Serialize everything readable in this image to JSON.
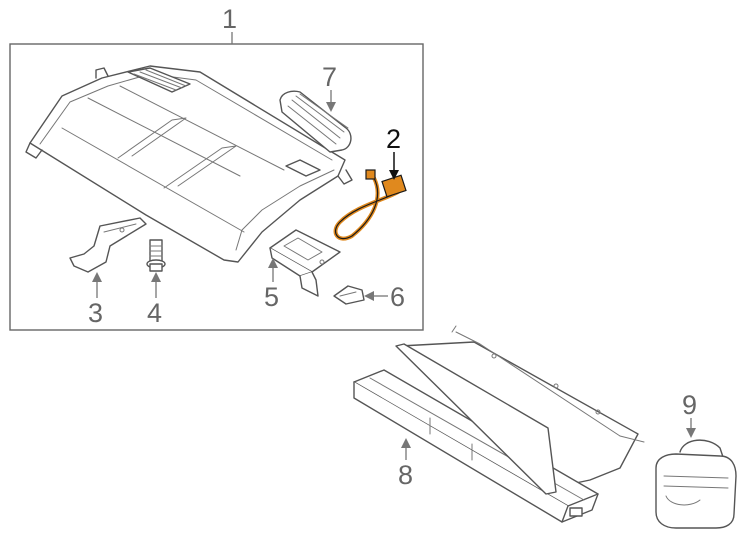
{
  "callouts": {
    "c1": "1",
    "c2": "2",
    "c3": "3",
    "c4": "4",
    "c5": "5",
    "c6": "6",
    "c7": "7",
    "c8": "8",
    "c9": "9"
  },
  "colors": {
    "highlight": "#e0891e",
    "line": "#555555",
    "label": "#666666"
  }
}
